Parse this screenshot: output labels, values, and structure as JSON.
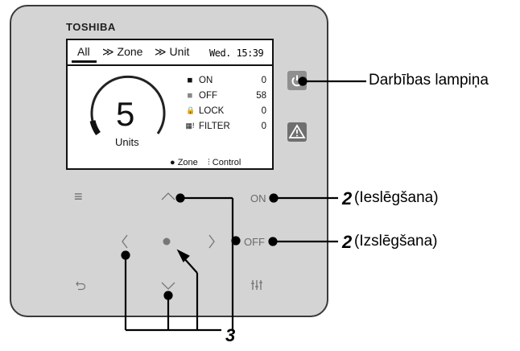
{
  "device": {
    "brand": "TOSHIBA"
  },
  "screen": {
    "tabs": {
      "all": "All",
      "zone": "≫ Zone",
      "unit": "≫ Unit"
    },
    "datetime": "Wed. 15:39",
    "units_count": "5",
    "units_label": "Units",
    "status": [
      {
        "symbol": "■",
        "label": "ON",
        "value": "0"
      },
      {
        "symbol": "■",
        "label": "OFF",
        "value": "58"
      },
      {
        "symbol": "🔒",
        "label": "LOCK",
        "value": "0"
      },
      {
        "symbol": "▦!",
        "label": "FILTER",
        "value": "0"
      }
    ],
    "footer": {
      "zone": "● Zone",
      "control": "⫶ Control"
    }
  },
  "buttons": {
    "on": "ON",
    "off": "OFF",
    "menu": "≡",
    "up": "︿",
    "left": "〈",
    "right": "〉",
    "down": "﹀",
    "center": "●",
    "back": "↶",
    "settings": "⫶"
  },
  "annotations": {
    "operation_lamp": "Darbības lampiņa",
    "on_number": "2",
    "on_text": "(Ieslēgšana)",
    "off_number": "2",
    "off_text": "(Izslēgšana)",
    "nav_number": "3"
  },
  "colors": {
    "panel": "#d4d4d4",
    "lamp": "#8f8f8f",
    "alert": "#6f6f6f"
  }
}
